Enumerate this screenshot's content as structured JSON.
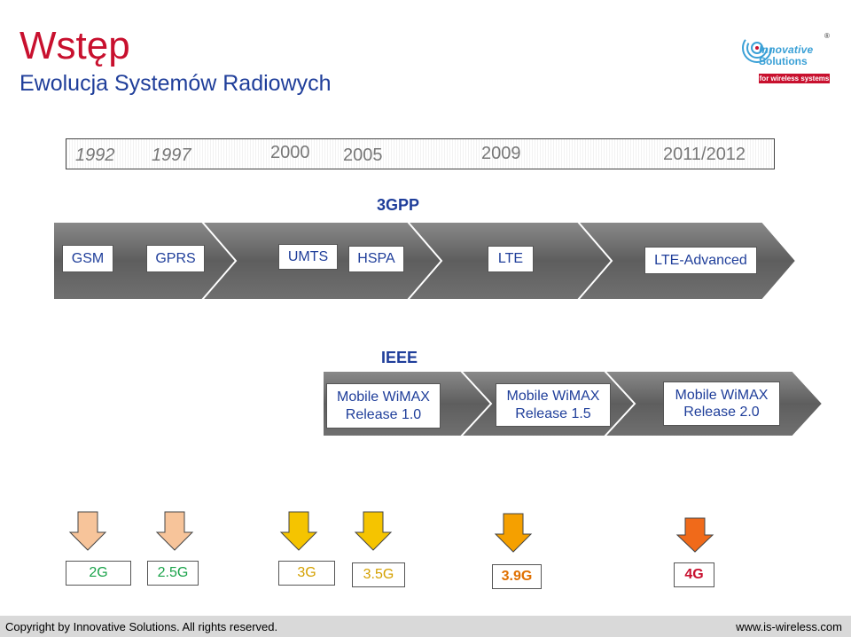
{
  "header": {
    "title": "Wstęp",
    "subtitle": "Ewolucja Systemów Radiowych"
  },
  "logo": {
    "line1": "Innovative",
    "line2": "Solutions",
    "tagline": "for wireless systems",
    "registered": "®",
    "colors": {
      "text": "#3aa0d6",
      "band": "#c8102e"
    }
  },
  "timeline": {
    "years": [
      "1992",
      "1997",
      "2000",
      "2005",
      "2009",
      "2011/2012"
    ]
  },
  "sections": {
    "gpp": {
      "label": "3GPP",
      "items": [
        "GSM",
        "GPRS",
        "UMTS",
        "HSPA",
        "LTE",
        "LTE-Advanced"
      ]
    },
    "ieee": {
      "label": "IEEE",
      "items": [
        {
          "line1": "Mobile WiMAX",
          "line2": "Release 1.0"
        },
        {
          "line1": "Mobile WiMAX",
          "line2": "Release 1.5"
        },
        {
          "line1": "Mobile WiMAX",
          "line2": "Release 2.0"
        }
      ]
    }
  },
  "generations": [
    {
      "label": "2G",
      "color": "#1aa34a",
      "arrow": "#f7c49a",
      "bold": false
    },
    {
      "label": "2.5G",
      "color": "#1aa34a",
      "arrow": "#f7c49a",
      "bold": false
    },
    {
      "label": "3G",
      "color": "#d4a000",
      "arrow": "#f5c400",
      "bold": false
    },
    {
      "label": "3.5G",
      "color": "#d4a000",
      "arrow": "#f5c400",
      "bold": false
    },
    {
      "label": "3.9G",
      "color": "#e07000",
      "arrow": "#f5a000",
      "bold": true
    },
    {
      "label": "4G",
      "color": "#c8102e",
      "arrow": "#f06a1a",
      "bold": true
    }
  ],
  "footer": {
    "copyright": "Copyright by Innovative Solutions. All rights reserved.",
    "website": "www.is-wireless.com"
  },
  "colors": {
    "title": "#c8102e",
    "accent": "#1f3e9a",
    "arrow_fill": "#6e6e6e",
    "footer_bg": "#d9d9d9"
  }
}
